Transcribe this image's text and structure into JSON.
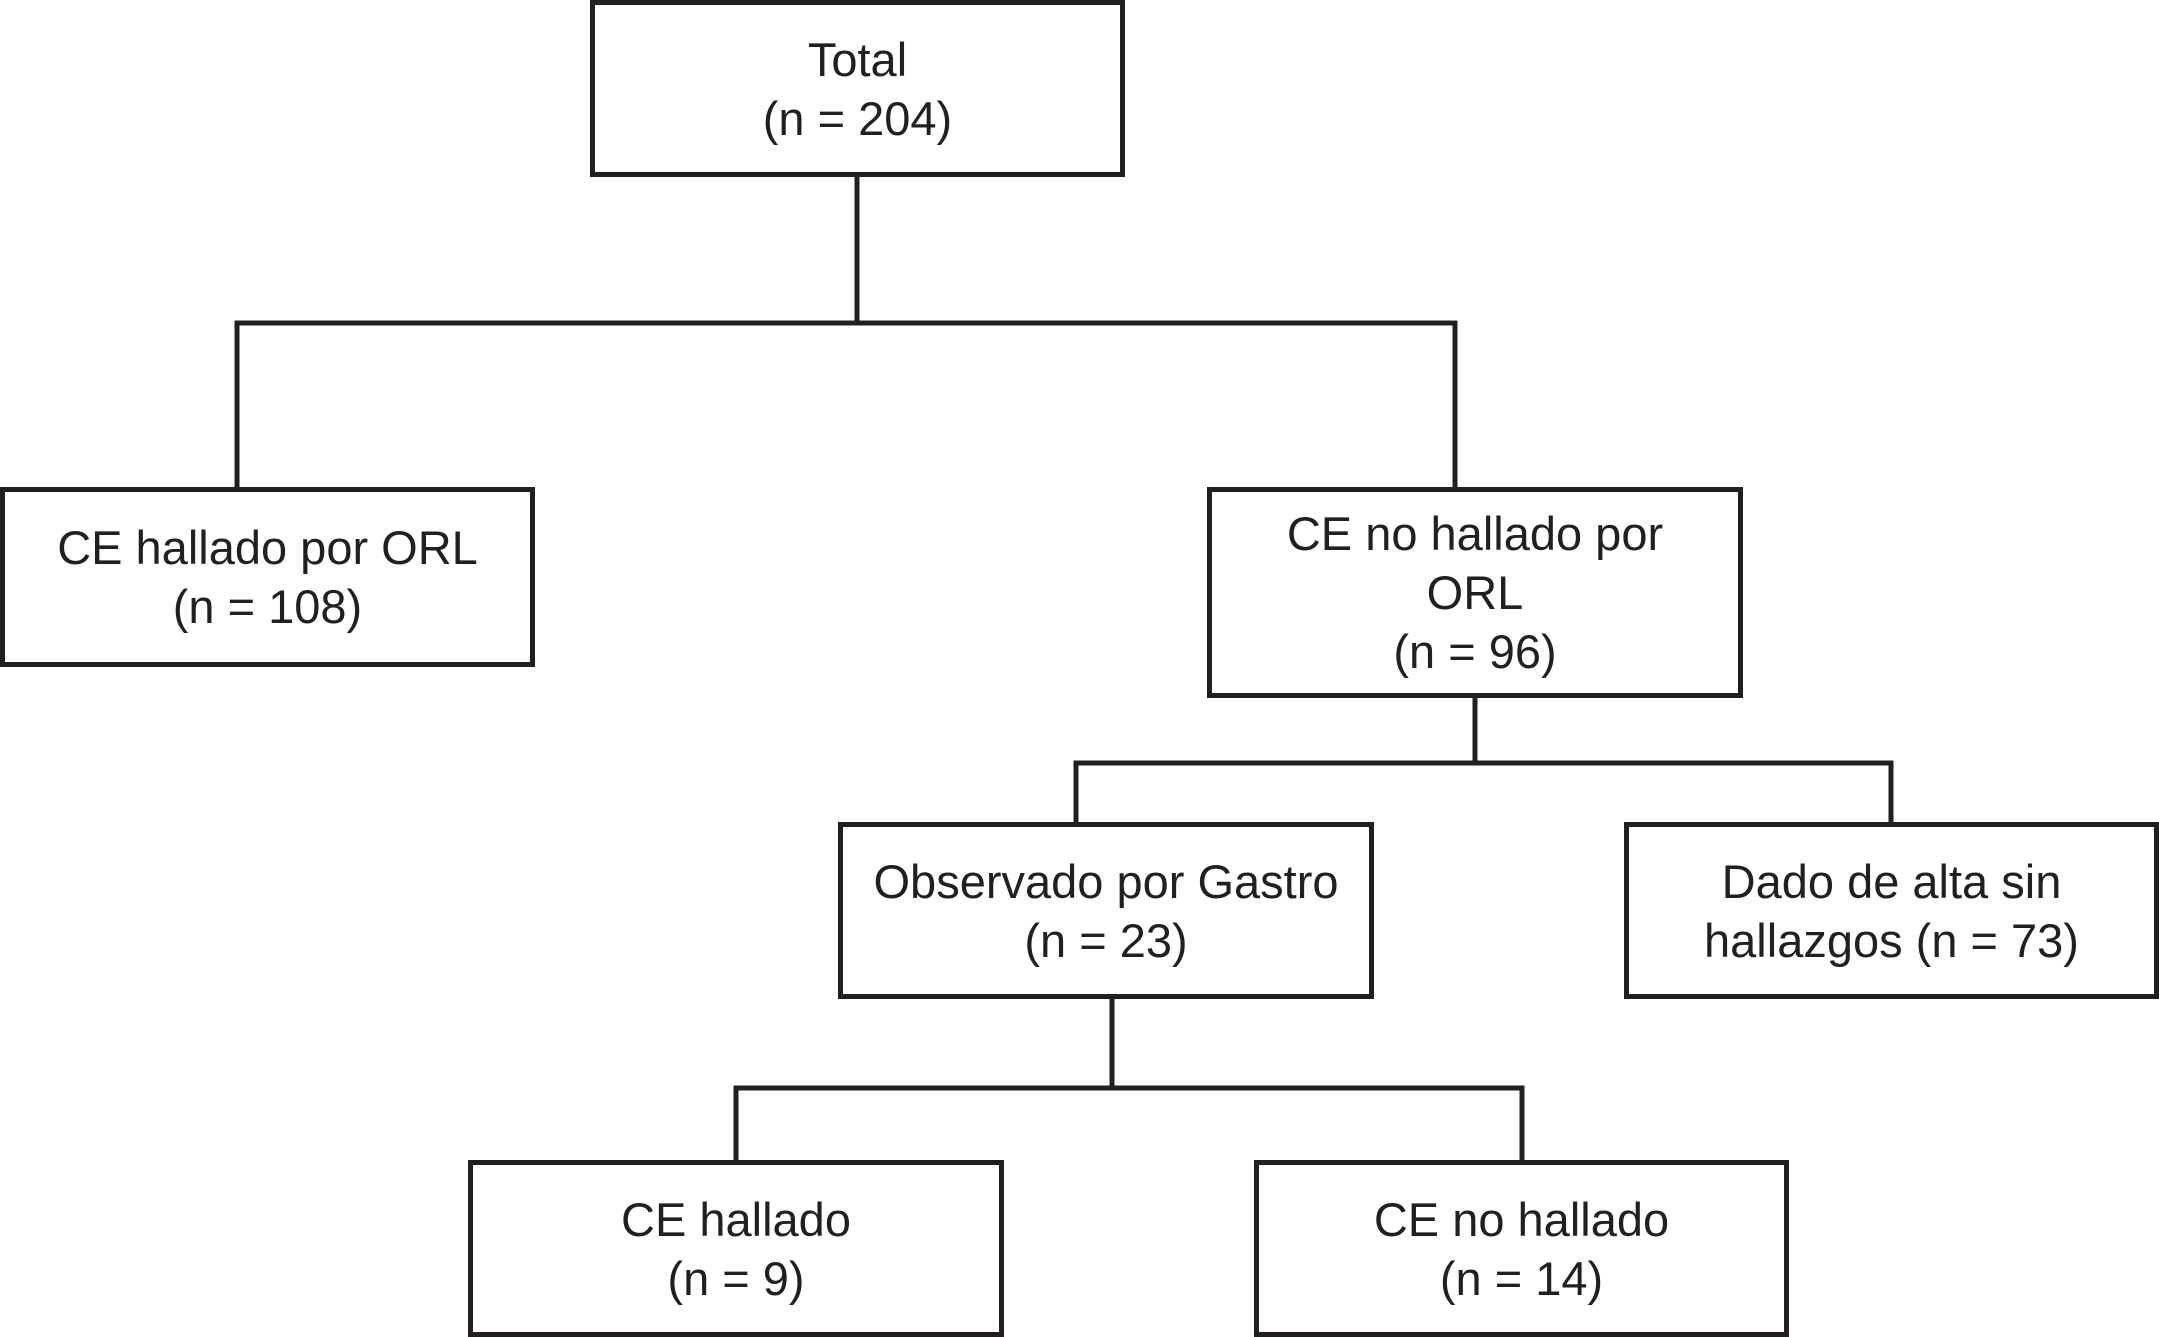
{
  "nodes": {
    "total": {
      "lines": [
        "Total",
        "(n = 204)"
      ]
    },
    "ce_hallado_orl": {
      "lines": [
        "CE hallado por ORL",
        "(n = 108)"
      ]
    },
    "ce_no_hallado_orl": {
      "lines": [
        "CE no hallado por",
        "ORL",
        "(n = 96)"
      ]
    },
    "observado_gastro": {
      "lines": [
        "Observado por Gastro",
        "(n = 23)"
      ]
    },
    "dado_de_alta": {
      "lines": [
        "Dado de alta sin",
        "hallazgos (n = 73)"
      ]
    },
    "ce_hallado": {
      "lines": [
        "CE hallado",
        "(n = 9)"
      ]
    },
    "ce_no_hallado": {
      "lines": [
        "CE no hallado",
        "(n = 14)"
      ]
    }
  },
  "edges": [
    {
      "from": "total",
      "to": "ce_hallado_orl"
    },
    {
      "from": "total",
      "to": "ce_no_hallado_orl"
    },
    {
      "from": "ce_no_hallado_orl",
      "to": "observado_gastro"
    },
    {
      "from": "ce_no_hallado_orl",
      "to": "dado_de_alta"
    },
    {
      "from": "observado_gastro",
      "to": "ce_hallado"
    },
    {
      "from": "observado_gastro",
      "to": "ce_no_hallado"
    }
  ],
  "colors": {
    "line": "#231f20",
    "background": "#ffffff"
  }
}
